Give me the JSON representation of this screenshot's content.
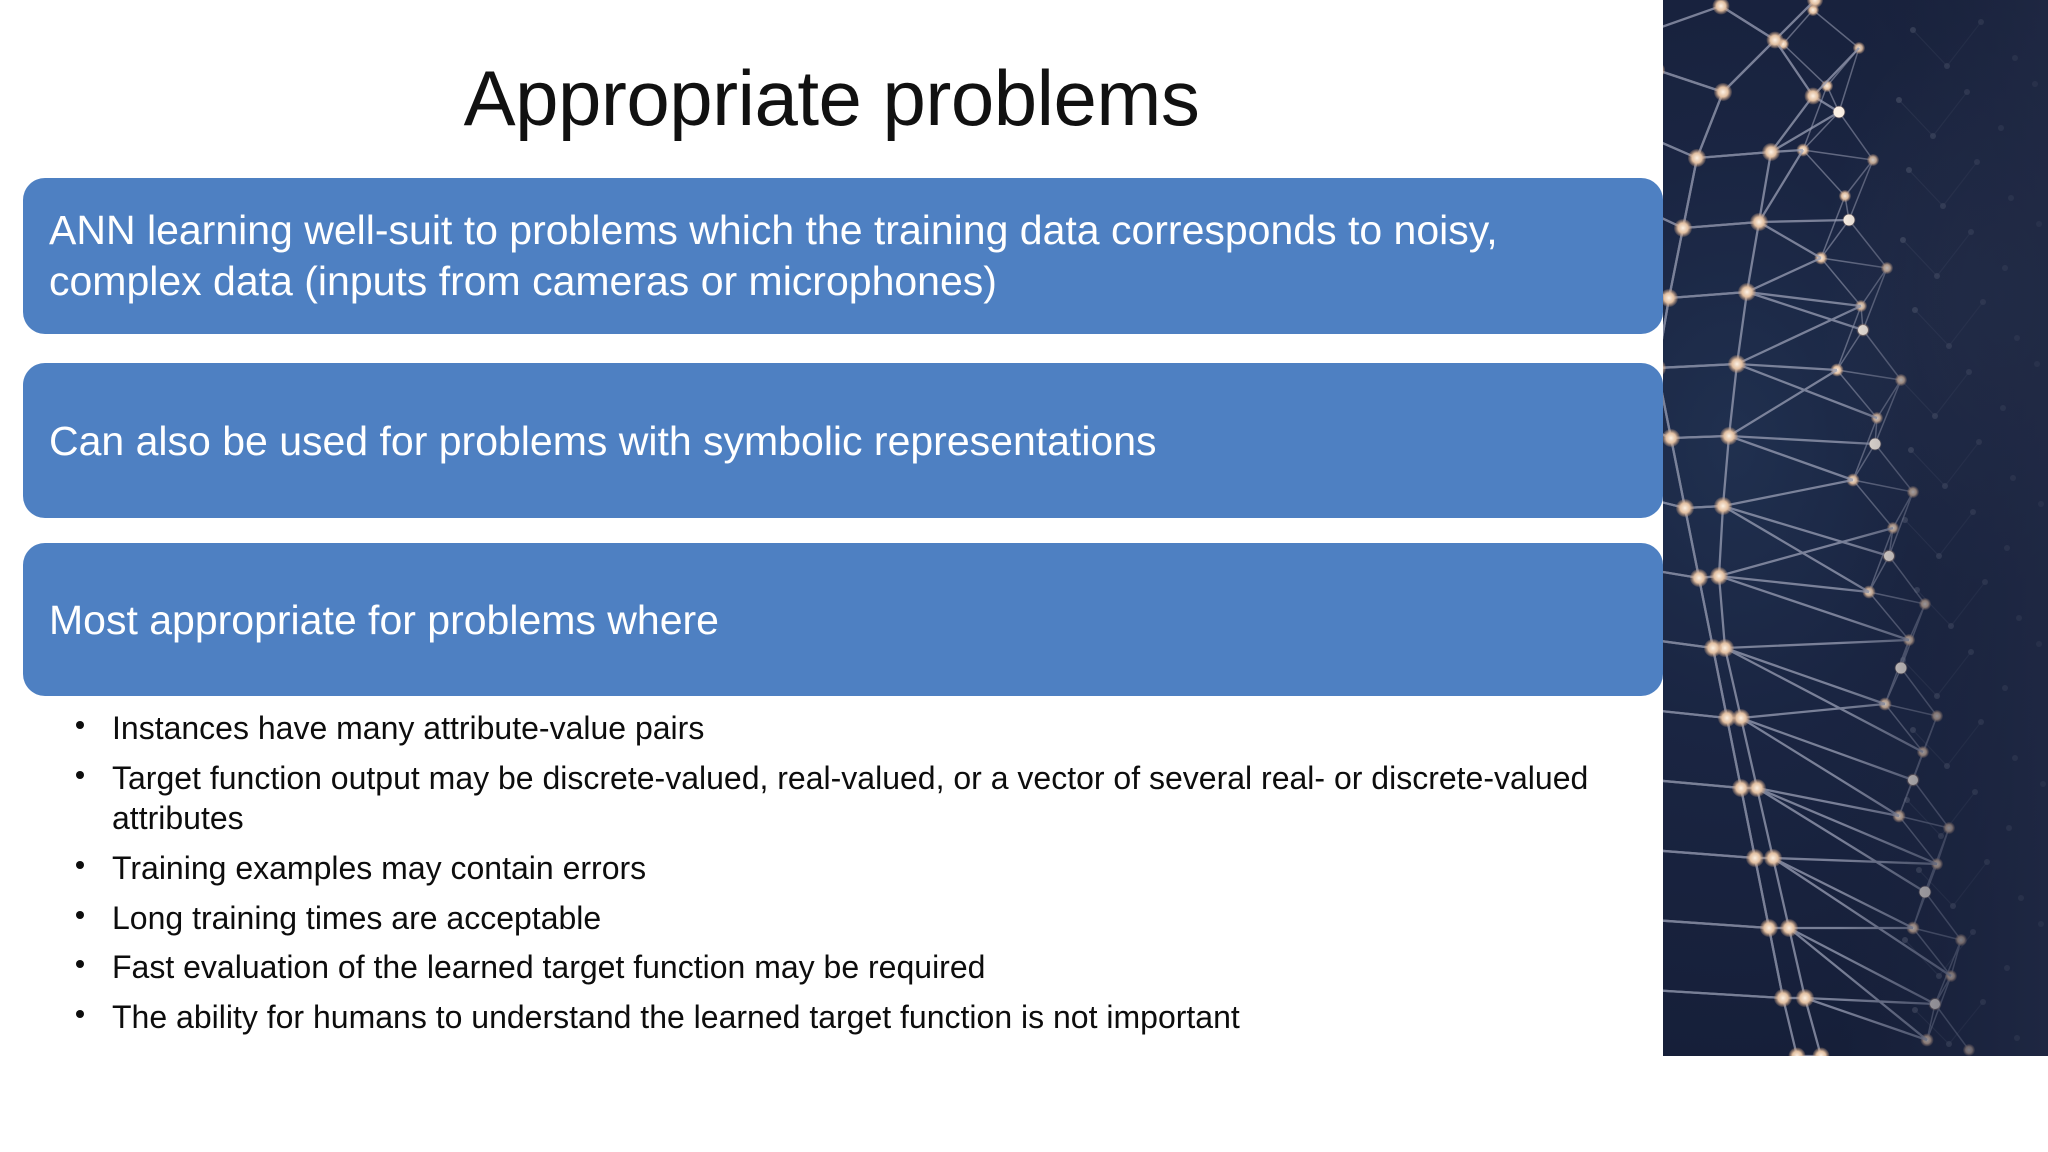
{
  "slide": {
    "title": "Appropriate problems",
    "background_color": "#ffffff",
    "accent_color": "#4E80C2"
  },
  "callouts": [
    {
      "id": "callout-1",
      "text": "ANN learning well-suit to problems which the training data corresponds to noisy, complex data (inputs from cameras or microphones)"
    },
    {
      "id": "callout-2",
      "text": "Can also be used for problems with symbolic representations"
    },
    {
      "id": "callout-3",
      "text": "Most appropriate for problems where"
    }
  ],
  "bullets": [
    {
      "text": "Instances have many attribute-value pairs"
    },
    {
      "text": "Target function output may be discrete-valued, real-valued, or a vector of several real- or discrete-valued attributes"
    },
    {
      "text": "Training examples may contain errors"
    },
    {
      "text": "Long training times are acceptable"
    },
    {
      "text": "Fast evaluation of the learned target function may be required"
    },
    {
      "text": "The ability for humans to understand the learned target function is not important"
    }
  ],
  "decoration": {
    "image_name": "network-graph-photo",
    "description": "Dark navy abstract network of connected nodes",
    "background_color": "#18213b",
    "node_color": "#e8cdb4",
    "edge_color": "#8b93ab"
  }
}
